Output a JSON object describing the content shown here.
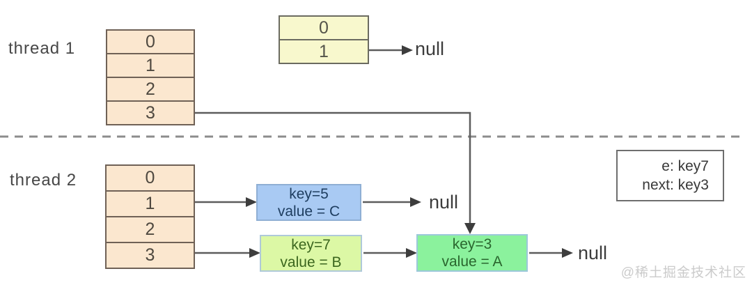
{
  "labels": {
    "thread1": "thread 1",
    "thread2": "thread 2",
    "null": "null"
  },
  "thread1_array": {
    "cells": [
      "0",
      "1",
      "2",
      "3"
    ]
  },
  "yellow_table": {
    "cells": [
      "0",
      "1"
    ]
  },
  "thread2_array": {
    "cells": [
      "0",
      "1",
      "2",
      "3"
    ]
  },
  "nodes": {
    "key5": {
      "line1": "key=5",
      "line2": "value = C"
    },
    "key7": {
      "line1": "key=7",
      "line2": "value = B"
    },
    "key3": {
      "line1": "key=3",
      "line2": "value = A"
    }
  },
  "pointer_box": {
    "line1": "e:  key7",
    "line2": "next:  key3"
  },
  "watermark": "@稀土掘金技术社区",
  "colors": {
    "array_fill": "#fbe7cf",
    "array_border": "#6f6156",
    "yellow_table_fill": "#f8f8cd",
    "node_key5_fill": "#a9caf3",
    "node_key7_fill": "#dcf8a5",
    "node_key3_fill": "#8bf29d",
    "connector_line": "#5c5c5c",
    "arrowhead": "#3d3d3d",
    "divider_dash": "#8c8c8c"
  }
}
